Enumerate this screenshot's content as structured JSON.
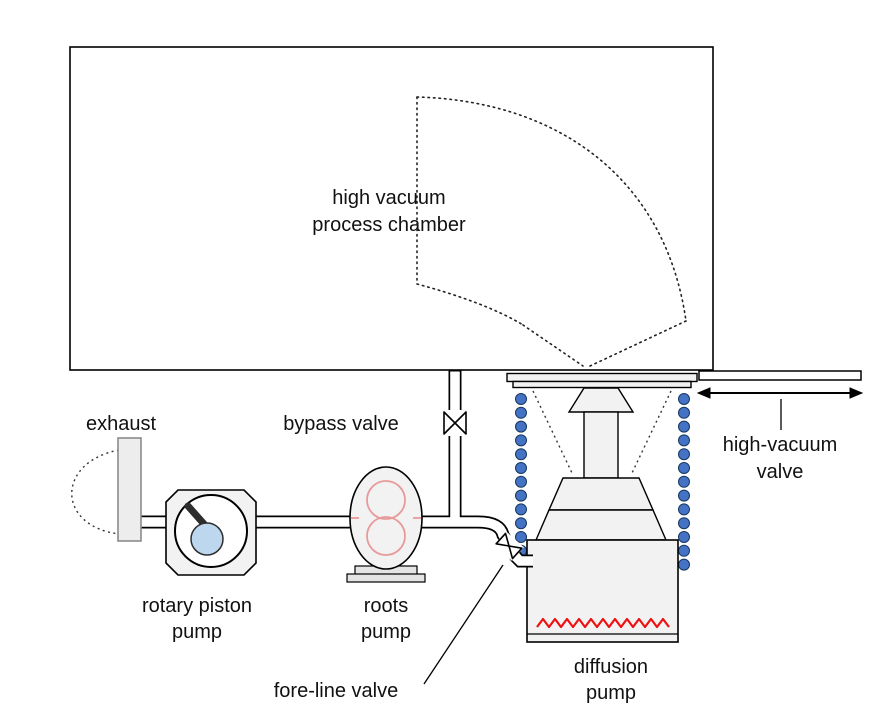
{
  "labels": {
    "chamber_line1": "high vacuum",
    "chamber_line2": "process chamber",
    "exhaust": "exhaust",
    "bypass_valve": "bypass valve",
    "hv_valve_line1": "high-vacuum",
    "hv_valve_line2": "valve",
    "rotary_line1": "rotary piston",
    "rotary_line2": "pump",
    "roots_line1": "roots",
    "roots_line2": "pump",
    "fore_line_valve": "fore-line valve",
    "diffusion_line1": "diffusion",
    "diffusion_line2": "pump"
  },
  "colors": {
    "outline": "#000000",
    "coil_blue": "#4472c4",
    "coil_edge": "#17375e",
    "heater_red": "#ee1111",
    "body_fill": "#f2f2f2",
    "piston_blue": "#bdd7ee",
    "lobe_pink": "#e89a9a",
    "exhaust_gray": "#ededed"
  }
}
